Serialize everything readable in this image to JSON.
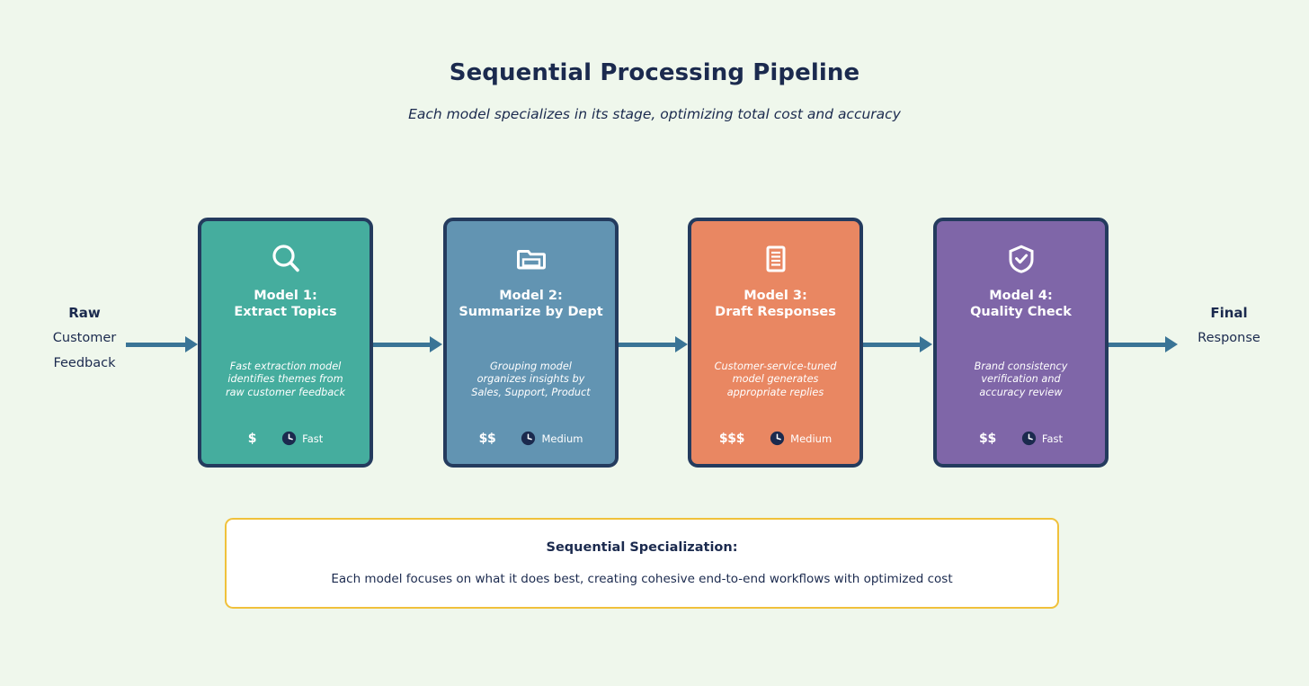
{
  "header": {
    "title": "Sequential Processing Pipeline",
    "subtitle": "Each model specializes in its stage, optimizing total cost and accuracy"
  },
  "flow": {
    "input": {
      "strong": "Raw",
      "line1": "Customer",
      "line2": "Feedback"
    },
    "output": {
      "strong": "Final",
      "line1": "Response"
    },
    "arrow_color": "#3a7496"
  },
  "stages": [
    {
      "icon": "search-icon",
      "title": "Model 1:\nExtract Topics",
      "description": "Fast extraction model\nidentifies themes from\nraw customer feedback",
      "cost": "$",
      "speed": "Fast",
      "color": "#45ad9e"
    },
    {
      "icon": "folder-icon",
      "title": "Model 2:\nSummarize by Dept",
      "description": "Grouping model\norganizes insights by\nSales, Support, Product",
      "cost": "$$",
      "speed": "Medium",
      "color": "#6294b2"
    },
    {
      "icon": "document-icon",
      "title": "Model 3:\nDraft Responses",
      "description": "Customer-service-tuned\nmodel generates\nappropriate replies",
      "cost": "$$$",
      "speed": "Medium",
      "color": "#e98762"
    },
    {
      "icon": "shield-check-icon",
      "title": "Model 4:\nQuality Check",
      "description": "Brand consistency\nverification and\naccuracy review",
      "cost": "$$",
      "speed": "Fast",
      "color": "#7f66a8"
    }
  ],
  "callout": {
    "title": "Sequential Specialization:",
    "body": "Each model focuses on what it does best, creating cohesive end-to-end workflows with optimized cost",
    "border_color": "#f0c13b"
  },
  "theme": {
    "background": "#eff7ec",
    "text": "#1b2a4e",
    "card_border": "#243b5e"
  }
}
